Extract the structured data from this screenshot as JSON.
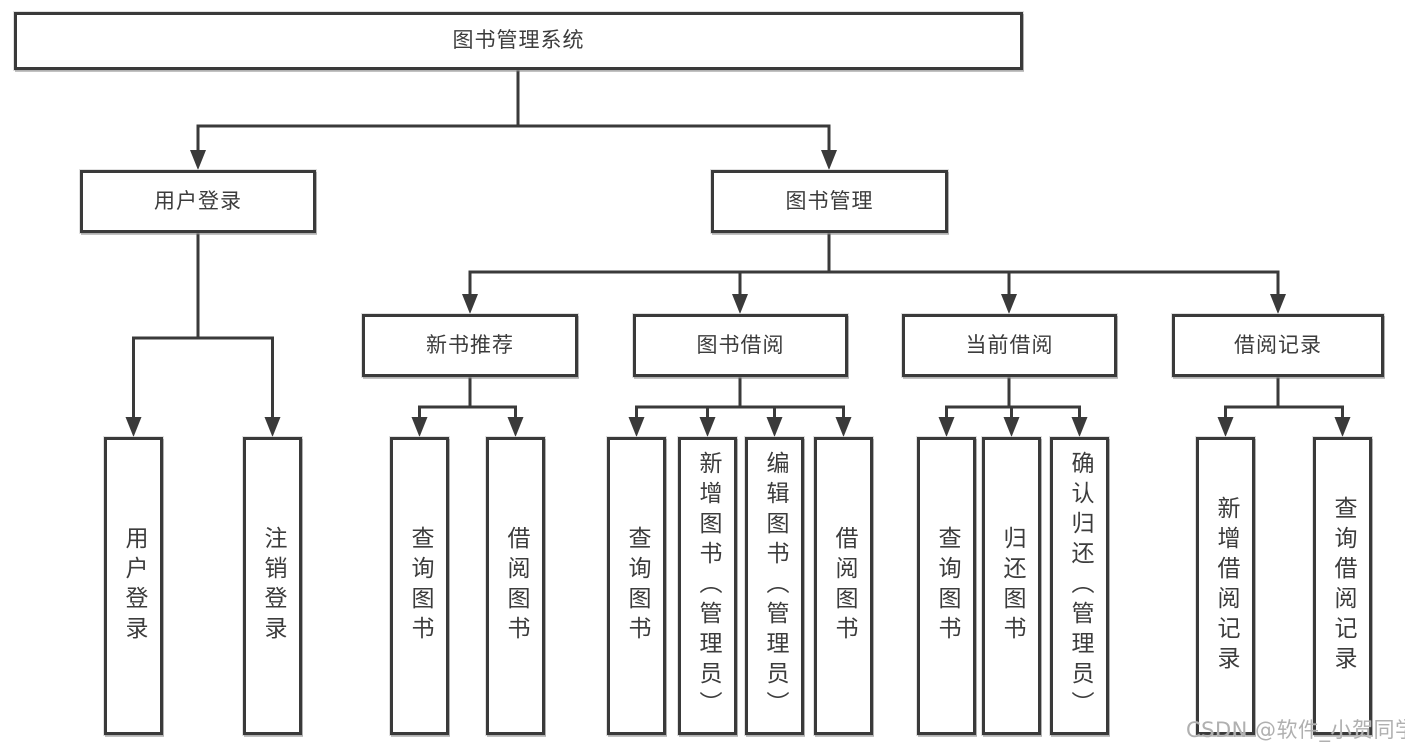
{
  "diagram_title": "图书管理系统",
  "tree": {
    "root": "图书管理系统",
    "children": [
      {
        "label": "用户登录",
        "children": [
          "用户登录",
          "注销登录"
        ]
      },
      {
        "label": "图书管理",
        "children": [
          {
            "label": "新书推荐",
            "children": [
              "查询图书",
              "借阅图书"
            ]
          },
          {
            "label": "图书借阅",
            "children": [
              "查询图书",
              "新增图书（管理员）",
              "编辑图书（管理员）",
              "借阅图书"
            ]
          },
          {
            "label": "当前借阅",
            "children": [
              "查询图书",
              "归还图书",
              "确认归还（管理员）"
            ]
          },
          {
            "label": "借阅记录",
            "children": [
              "新增借阅记录",
              "查询借阅记录"
            ]
          }
        ]
      }
    ]
  },
  "watermark": "CSDN @软件_小贺同学",
  "colors": {
    "line": "#3a3a3a",
    "text": "#3c3c3c",
    "watermark": "#b0b0b0",
    "background": "#ffffff"
  }
}
